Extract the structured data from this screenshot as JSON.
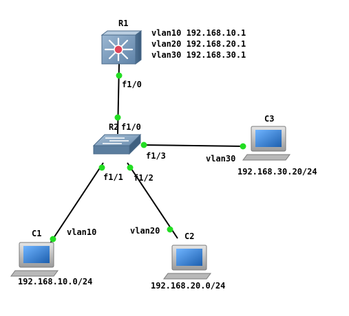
{
  "devices": {
    "r1": {
      "name": "R1",
      "type": "layer3-switch"
    },
    "sw": {
      "name": "R2",
      "type": "switch"
    },
    "c1": {
      "name": "C1",
      "type": "pc",
      "address": "192.168.10.0/24"
    },
    "c2": {
      "name": "C2",
      "type": "pc",
      "address": "192.168.20.0/24"
    },
    "c3": {
      "name": "C3",
      "type": "pc",
      "address": "192.168.30.20/24"
    }
  },
  "r1_interfaces": [
    "vlan10 192.168.10.1",
    "vlan20 192.168.20.1",
    "vlan30 192.168.30.1"
  ],
  "links": [
    {
      "id": "r1-sw",
      "from": "R1",
      "to": "R2",
      "label_a": "f1/0",
      "label_b": "f1/0"
    },
    {
      "id": "sw-c1",
      "from": "R2",
      "to": "C1",
      "label_a": "f1/1",
      "label_b": "vlan10"
    },
    {
      "id": "sw-c2",
      "from": "R2",
      "to": "C2",
      "label_a": "f1/2",
      "label_b": "vlan20"
    },
    {
      "id": "sw-c3",
      "from": "R2",
      "to": "C3",
      "label_a": "f1/3",
      "label_b": "vlan30"
    }
  ],
  "colors": {
    "port_indicator": "#22dd22",
    "device_body": "#6d8fb0",
    "router_core": "#e0455a",
    "screen": "#2f7fd0"
  }
}
